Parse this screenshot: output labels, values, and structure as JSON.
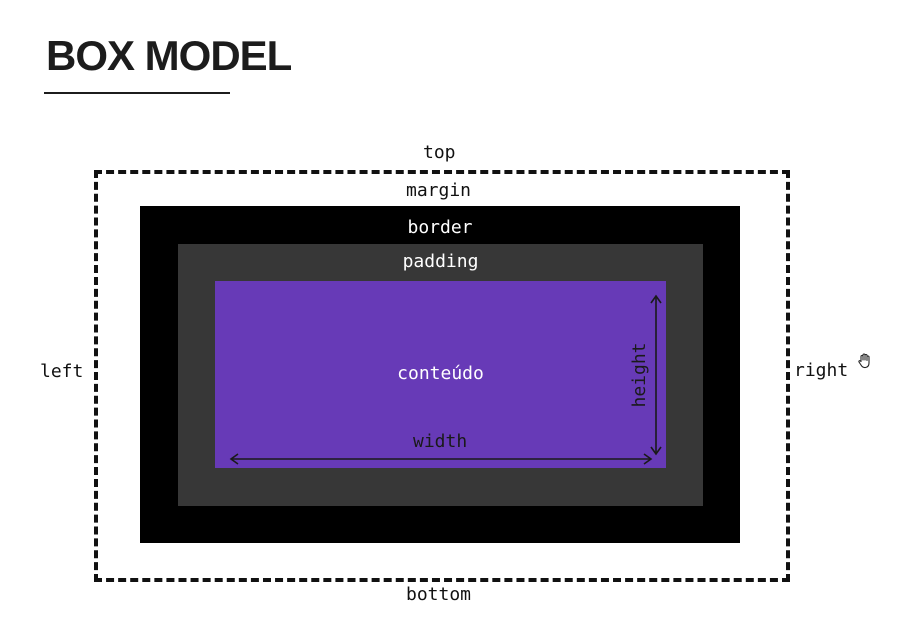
{
  "title": "BOX MODEL",
  "labels": {
    "top": "top",
    "bottom": "bottom",
    "left": "left",
    "right": "right",
    "margin": "margin",
    "border": "border",
    "padding": "padding",
    "content": "conteúdo",
    "width": "width",
    "height": "height"
  },
  "colors": {
    "border_fill": "#000000",
    "padding_fill": "#373737",
    "content_fill": "#673ab7",
    "light_text": "#ffffff",
    "dark_text": "#111111",
    "arrow": "#1a1a1a"
  },
  "icons": {
    "cursor": "hand-pointer-icon"
  }
}
